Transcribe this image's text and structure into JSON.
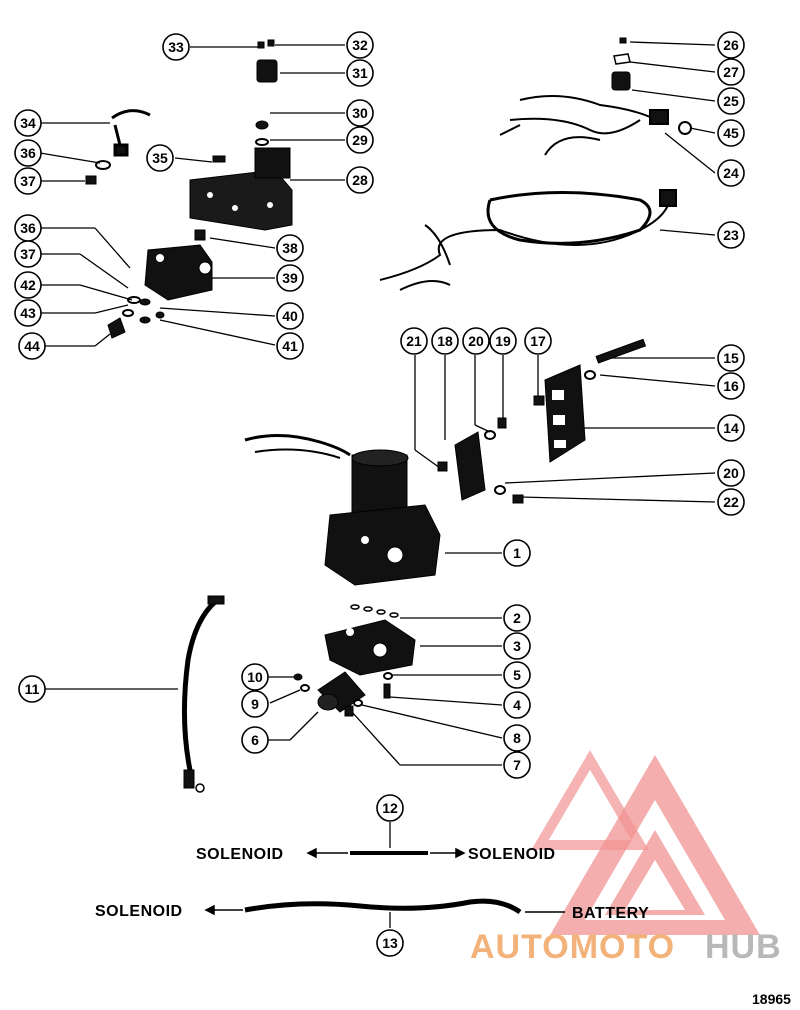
{
  "callouts": [
    "1",
    "2",
    "3",
    "4",
    "5",
    "6",
    "7",
    "8",
    "9",
    "10",
    "11",
    "12",
    "13",
    "14",
    "15",
    "16",
    "17",
    "18",
    "19",
    "20",
    "21",
    "22",
    "23",
    "24",
    "25",
    "26",
    "27",
    "28",
    "29",
    "30",
    "31",
    "32",
    "33",
    "34",
    "35",
    "36",
    "37",
    "38",
    "39",
    "40",
    "41",
    "42",
    "43",
    "44",
    "45"
  ],
  "labels": {
    "solenoid": "SOLENOID",
    "battery": "BATTERY"
  },
  "figure_number": "18965",
  "watermark": {
    "text_a": "AUTOMOTO",
    "text_b": "HUB",
    "color_a": "#f3b27a",
    "color_b": "#b8b8b8",
    "logo_color": "#f08080"
  },
  "colors": {
    "ink": "#111111",
    "paper": "#ffffff"
  }
}
